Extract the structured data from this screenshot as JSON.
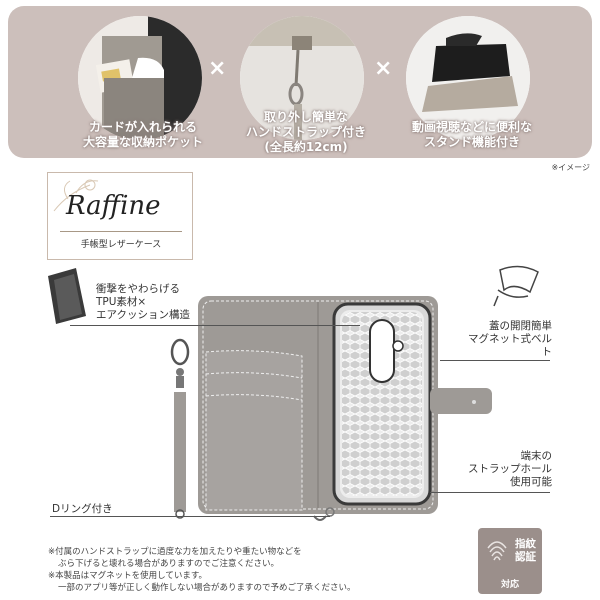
{
  "banner": {
    "captions": [
      {
        "line1": "カードが入れられる",
        "line2": "大容量な収納ポケット"
      },
      {
        "line1": "取り外し簡単な",
        "line2": "ハンドストラップ付き",
        "line3": "(全長約12cm)"
      },
      {
        "line1": "動画視聴などに便利な",
        "line2": "スタンド機能付き"
      }
    ],
    "separator": "×",
    "image_note": "※イメージ"
  },
  "logo": {
    "script": "Raffine",
    "subtitle": "手帳型レザーケース"
  },
  "features": {
    "tpu": {
      "line1": "衝撃をやわらげる",
      "line2": "TPU素材×",
      "line3": "エアクッション構造"
    },
    "magnet": {
      "line1": "蓋の開閉簡単",
      "line2": "マグネット式ベルト"
    },
    "strap_hole": {
      "line1": "端末の",
      "line2": "ストラップホール",
      "line3": "使用可能"
    },
    "d_ring": "Dリング付き"
  },
  "notes": {
    "line1": "※付属のハンドストラップに過度な力を加えたりや重たい物などを",
    "line2": "ぶら下げると壊れる場合がありますのでご注意ください。",
    "line3": "※本製品はマグネットを使用しています。",
    "line4": "一部のアプリ等が正しく動作しない場合がありますので予めご了承ください。"
  },
  "badge": {
    "line1": "指紋",
    "line2": "認証",
    "line3": "対応"
  },
  "colors": {
    "banner": "#ccbfbb",
    "case": "#9e9a96",
    "badge": "#9b8f8b"
  }
}
